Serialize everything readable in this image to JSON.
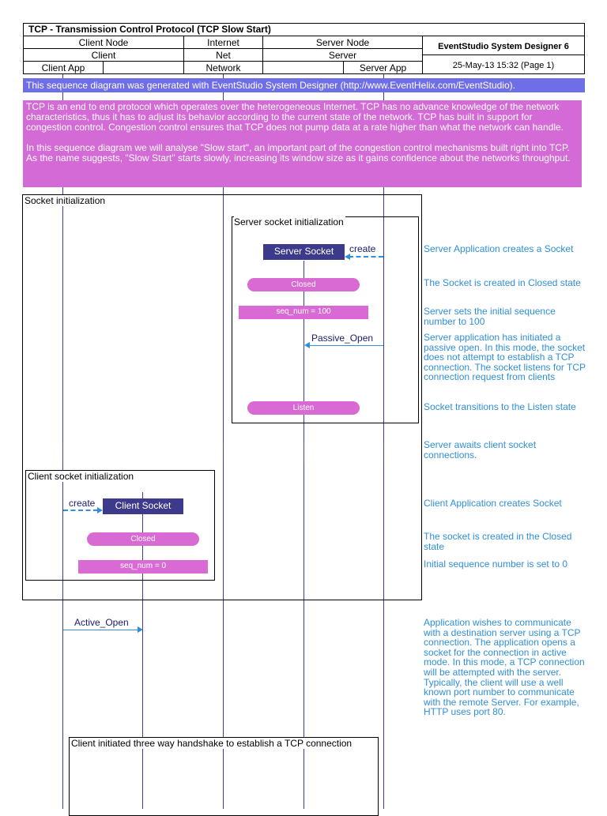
{
  "header": {
    "title": "TCP - Transmission Control Protocol (TCP Slow Start)",
    "product": "EventStudio System Designer 6",
    "date": "25-May-13 15:32 (Page 1)",
    "row1": [
      "Client Node",
      "Internet",
      "Server Node"
    ],
    "row2": [
      "Client",
      "Net",
      "Server"
    ],
    "row3": [
      "Client App",
      "Network",
      "Server App"
    ]
  },
  "banner_generated": "This sequence diagram was generated with EventStudio System Designer (http://www.EventHelix.com/EventStudio).",
  "intro": {
    "p1": "TCP is an end to end protocol which operates over the heterogeneous Internet. TCP has no advance knowledge of the network characteristics, thus it has to adjust its behavior according to the current state of the network. TCP has built in support for congestion control. Congestion control ensures that TCP does not pump data at a rate higher than what the network can handle.",
    "p2": "In this sequence diagram we will analyse \"Slow start\", an important part of the congestion control mechanisms built right into TCP. As the name suggests, \"Slow Start\" starts slowly, increasing its window size as it gains confidence about the networks throughput."
  },
  "sections": {
    "socket_init": "Socket initialization",
    "server_socket_init": "Server socket initialization",
    "client_socket_init": "Client socket initialization",
    "handshake": "Client initiated three way handshake to establish a TCP connection"
  },
  "server": {
    "object": "Server Socket",
    "create": "create",
    "state_closed": "Closed",
    "action_seq": "seq_num = 100",
    "passive_open": "Passive_Open",
    "state_listen": "Listen"
  },
  "client": {
    "object": "Client Socket",
    "create": "create",
    "state_closed": "Closed",
    "action_seq": "seq_num = 0",
    "active_open": "Active_Open"
  },
  "notes": {
    "n1": "Server Application creates a Socket",
    "n2": "The Socket is created in Closed state",
    "n3": "Server sets the initial sequence number to 100",
    "n4": "Server application has initiated a passive open. In this mode, the socket does not attempt to establish a TCP connection. The socket listens for TCP connection request from clients",
    "n5": "Socket transitions to the Listen state",
    "n6": "Server awaits client socket connections.",
    "n7": "Client Application creates Socket",
    "n8": "The socket is created in the Closed state",
    "n9": "Initial sequence number is set to 0",
    "n10a": "Application wishes to communicate with a destination server using a TCP connection. The application opens a socket for the connection in active mode. In this mode, a TCP connection will be attempted with the server.",
    "n10b": "Typically, the client will use a well known port number to communicate with the remote Server. For example, HTTP uses port 80."
  },
  "colors": {
    "banner_blue": "#6e6ee6",
    "banner_pink": "#d46ad6",
    "object_fill": "#3d3a8c",
    "state_fill": "#d96ad4",
    "note_text": "#2f8fd9"
  }
}
